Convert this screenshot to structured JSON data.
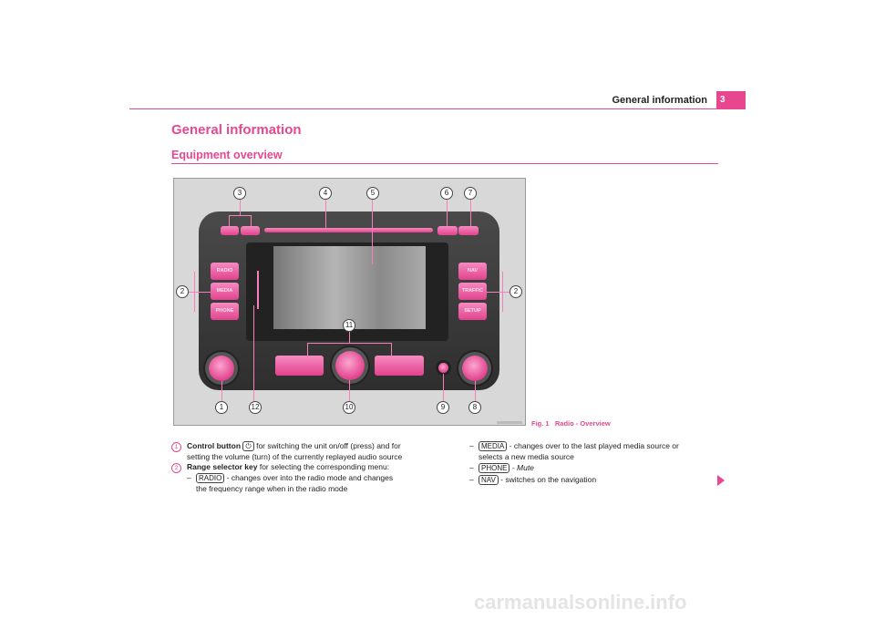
{
  "header": {
    "section": "General information",
    "page_number": "3"
  },
  "title": "General information",
  "subtitle": "Equipment overview",
  "figure": {
    "caption_num": "Fig. 1",
    "caption": "Radio - Overview",
    "buttons": {
      "radio": "RADIO",
      "media": "MEDIA",
      "phone": "PHONE",
      "nav": "NAV",
      "traffic": "TRAFFIC",
      "setup": "SETUP"
    },
    "callouts": [
      "1",
      "2",
      "2",
      "3",
      "4",
      "5",
      "6",
      "7",
      "8",
      "9",
      "10",
      "11",
      "12"
    ]
  },
  "items": [
    {
      "num": "1",
      "term": "Control button",
      "text": " for switching the unit on/off (press) and for setting the volume (turn) of the currently replayed audio source"
    },
    {
      "num": "2",
      "term": "Range selector key",
      "text": " for selecting the corresponding menu:"
    }
  ],
  "subitems": [
    {
      "key": "RADIO",
      "text": " - changes over into the radio mode and changes the frequency range when in the radio mode"
    },
    {
      "key": "MEDIA",
      "text": " - changes over to the last played media source or selects a new media source"
    },
    {
      "key": "PHONE",
      "text": " - Mute"
    },
    {
      "key": "NAV",
      "text": " - switches on the navigation"
    }
  ],
  "dash": "–",
  "watermark": "carmanualsonline.info",
  "colors": {
    "accent": "#e8468f"
  }
}
